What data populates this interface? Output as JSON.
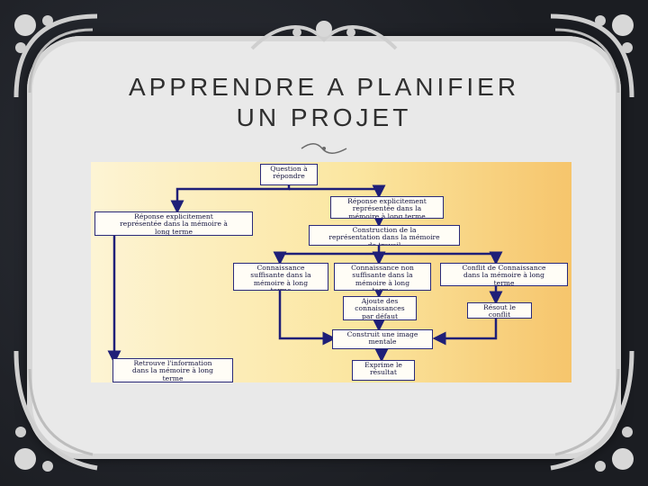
{
  "slide": {
    "title_line1": "APPRENDRE A PLANIFIER",
    "title_line2": "UN PROJET"
  },
  "colors": {
    "background": "#20232a",
    "frame": "#e9e9e9",
    "diagram_arrows": "#1f1f78",
    "box_border": "#2a2a7a"
  },
  "flowchart": {
    "question": "Question à\nrépondre",
    "explicit_lt": "Réponse explicitement\nreprésentée dans la\nmémoire à long terme",
    "explicit_left": "Réponse explicitement\nreprésentée dans la mémoire à\nlong terme",
    "construct": "Construction de la\nreprésentation dans la mémoire\nde travail",
    "know_sufficient": "Connaissance\nsuffisante dans la\nmémoire à long\nterme",
    "know_insufficient": "Connaissance non\nsuffisante dans la\nmémoire à long\nterme",
    "conflict": "Conflit de Connaissance\ndans la mémoire à long\nterme",
    "add_defaults": "Ajoute des\nconnaissances\npar défaut",
    "resolve": "Résout le\nconflit",
    "mental_image": "Construit une image\nmentale",
    "retrieve": "Retrouve l'information\ndans la mémoire à long\nterme",
    "express": "Exprime le\nrésultat"
  }
}
